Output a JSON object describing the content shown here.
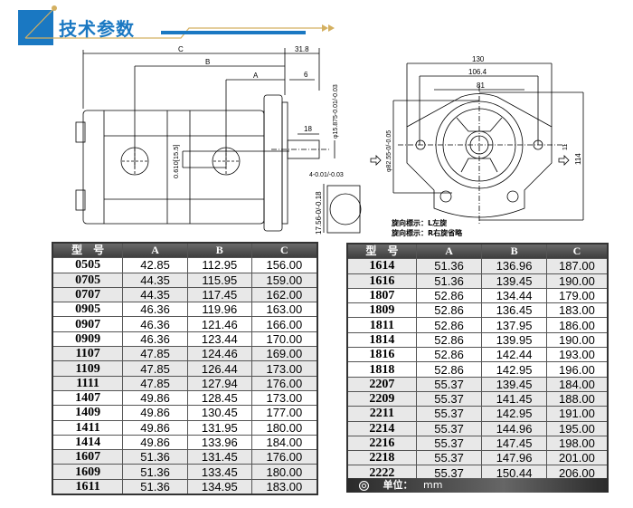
{
  "header": {
    "title": "技术参数",
    "accent": "#1a78c2",
    "line_color": "#d4b060"
  },
  "side_view": {
    "dim_c": "C",
    "dim_b": "B",
    "dim_a": "A",
    "dim_318": "31.8",
    "dim_6": "6",
    "dim_18": "18",
    "shaft_dia": "φ15.875-0.01/-0.03",
    "port_offset": "0.610[15.5]",
    "key_width": "4-0.01/-0.03",
    "key_height": "17.56-0/-0.18"
  },
  "front_view": {
    "dim_130": "130",
    "dim_1064": "106.4",
    "dim_81": "81",
    "pilot_dia": "φ82.55-0/-0.05",
    "dim_114": "114",
    "dim_11": "11"
  },
  "rotation_notes": [
    "旋向標示：L左旋",
    "旋向標示：R右旋省略"
  ],
  "table_headers": [
    "型　号",
    "A",
    "B",
    "C"
  ],
  "left_table": [
    {
      "model": "0505",
      "a": "42.85",
      "b": "112.95",
      "c": "156.00",
      "shade": "w"
    },
    {
      "model": "0705",
      "a": "44.35",
      "b": "115.95",
      "c": "159.00",
      "shade": "g"
    },
    {
      "model": "0707",
      "a": "44.35",
      "b": "117.45",
      "c": "162.00",
      "shade": "g"
    },
    {
      "model": "0905",
      "a": "46.36",
      "b": "119.96",
      "c": "163.00",
      "shade": "w"
    },
    {
      "model": "0907",
      "a": "46.36",
      "b": "121.46",
      "c": "166.00",
      "shade": "w"
    },
    {
      "model": "0909",
      "a": "46.36",
      "b": "123.44",
      "c": "170.00",
      "shade": "w"
    },
    {
      "model": "1107",
      "a": "47.85",
      "b": "124.46",
      "c": "169.00",
      "shade": "g"
    },
    {
      "model": "1109",
      "a": "47.85",
      "b": "126.44",
      "c": "173.00",
      "shade": "g"
    },
    {
      "model": "1111",
      "a": "47.85",
      "b": "127.94",
      "c": "176.00",
      "shade": "g"
    },
    {
      "model": "1407",
      "a": "49.86",
      "b": "128.45",
      "c": "173.00",
      "shade": "w"
    },
    {
      "model": "1409",
      "a": "49.86",
      "b": "130.45",
      "c": "177.00",
      "shade": "w"
    },
    {
      "model": "1411",
      "a": "49.86",
      "b": "131.95",
      "c": "180.00",
      "shade": "w"
    },
    {
      "model": "1414",
      "a": "49.86",
      "b": "133.96",
      "c": "184.00",
      "shade": "w"
    },
    {
      "model": "1607",
      "a": "51.36",
      "b": "131.45",
      "c": "176.00",
      "shade": "g"
    },
    {
      "model": "1609",
      "a": "51.36",
      "b": "133.45",
      "c": "180.00",
      "shade": "g"
    },
    {
      "model": "1611",
      "a": "51.36",
      "b": "134.95",
      "c": "183.00",
      "shade": "g"
    }
  ],
  "right_table": [
    {
      "model": "1614",
      "a": "51.36",
      "b": "136.96",
      "c": "187.00",
      "shade": "g"
    },
    {
      "model": "1616",
      "a": "51.36",
      "b": "139.45",
      "c": "190.00",
      "shade": "g"
    },
    {
      "model": "1807",
      "a": "52.86",
      "b": "134.44",
      "c": "179.00",
      "shade": "w"
    },
    {
      "model": "1809",
      "a": "52.86",
      "b": "136.45",
      "c": "183.00",
      "shade": "w"
    },
    {
      "model": "1811",
      "a": "52.86",
      "b": "137.95",
      "c": "186.00",
      "shade": "w"
    },
    {
      "model": "1814",
      "a": "52.86",
      "b": "139.95",
      "c": "190.00",
      "shade": "w"
    },
    {
      "model": "1816",
      "a": "52.86",
      "b": "142.44",
      "c": "193.00",
      "shade": "w"
    },
    {
      "model": "1818",
      "a": "52.86",
      "b": "142.95",
      "c": "196.00",
      "shade": "w"
    },
    {
      "model": "2207",
      "a": "55.37",
      "b": "139.45",
      "c": "184.00",
      "shade": "g"
    },
    {
      "model": "2209",
      "a": "55.37",
      "b": "141.45",
      "c": "188.00",
      "shade": "g"
    },
    {
      "model": "2211",
      "a": "55.37",
      "b": "142.95",
      "c": "191.00",
      "shade": "g"
    },
    {
      "model": "2214",
      "a": "55.37",
      "b": "144.96",
      "c": "195.00",
      "shade": "g"
    },
    {
      "model": "2216",
      "a": "55.37",
      "b": "147.45",
      "c": "198.00",
      "shade": "g"
    },
    {
      "model": "2218",
      "a": "55.37",
      "b": "147.96",
      "c": "201.00",
      "shade": "g"
    },
    {
      "model": "2222",
      "a": "55.37",
      "b": "150.44",
      "c": "206.00",
      "shade": "g"
    }
  ],
  "footer": {
    "icon": "circle-icon",
    "unit_label": "单位：",
    "unit": "mm"
  }
}
